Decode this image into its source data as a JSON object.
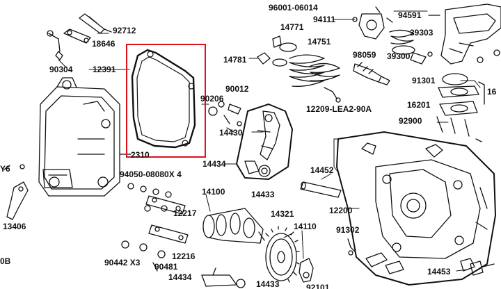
{
  "diagram": {
    "highlight_color": "#e0101a",
    "part_numbers": {
      "p96001_06014": "96001-06014",
      "p94111": "94111",
      "p94591": "94591",
      "p92712": "92712",
      "p18646": "18646",
      "p14771": "14771",
      "p39303": "39303",
      "p12391": "12391",
      "p90304": "90304",
      "p14781": "14781",
      "p14751": "14751",
      "p98059": "98059",
      "p39300": "39300",
      "p91301": "91301",
      "p16_cut": "16",
      "p90012": "90012",
      "p90206": "90206",
      "p12209": "12209-LEA2-90A",
      "p16201": "16201",
      "p92900": "92900",
      "p14430": "14430",
      "p2310": "2310",
      "p14434_a": "14434",
      "y6": "Y6",
      "p94050": "94050-08080X 4",
      "p14452": "14452",
      "p14433_a": "14433",
      "p14100": "14100",
      "p12217": "12217",
      "p13406": "13406",
      "p14321": "14321",
      "p12200": "12200",
      "p14110": "14110",
      "p91302": "91302",
      "p12216": "12216",
      "p90442": "90442 X3",
      "p90481": "90481",
      "p0b": "0B",
      "p14453": "14453",
      "p14434_b": "14434",
      "p14433_b": "14433",
      "p92101_cut": "92101"
    }
  }
}
